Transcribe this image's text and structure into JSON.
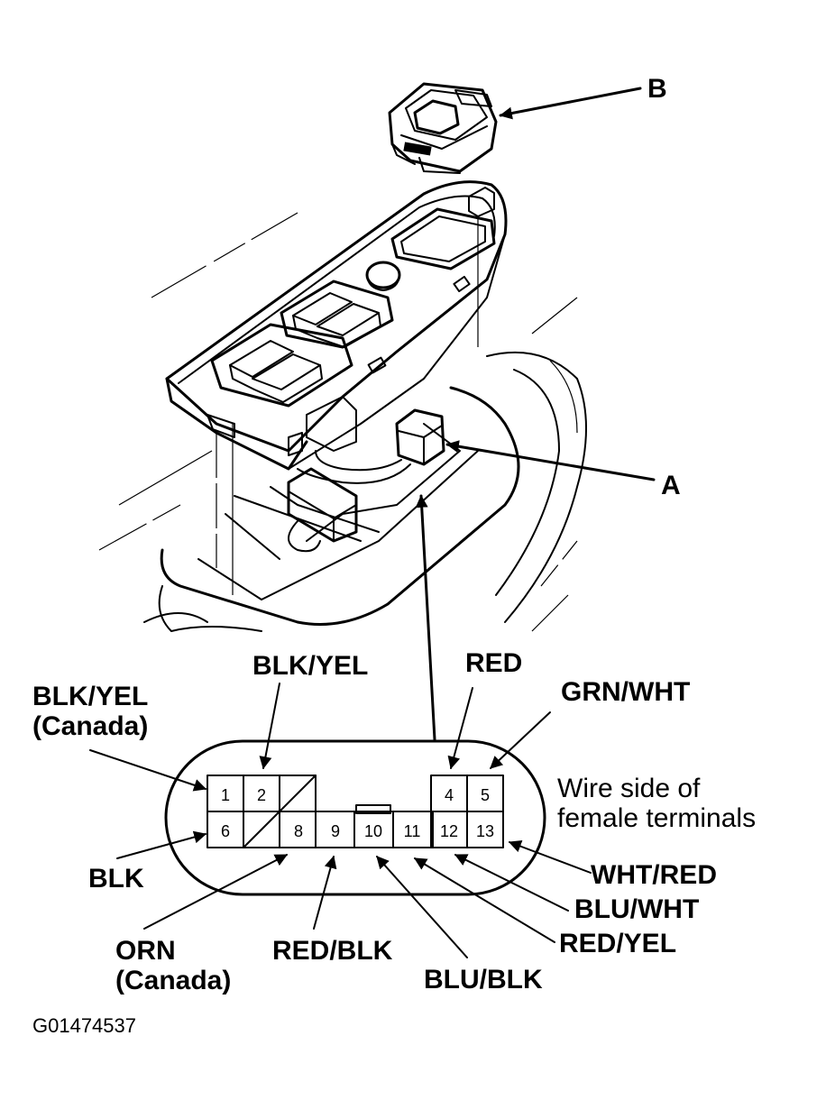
{
  "callouts": {
    "b": "B",
    "a": "A"
  },
  "connector": {
    "caption_line1": "Wire side of",
    "caption_line2": "female terminals",
    "pins": [
      "1",
      "2",
      "4",
      "5",
      "6",
      "8",
      "9",
      "10",
      "11",
      "12",
      "13"
    ]
  },
  "wire_labels": {
    "pin1": "BLK/YEL",
    "pin1_note": "(Canada)",
    "pin2": "BLK/YEL",
    "pin4": "RED",
    "pin5": "GRN/WHT",
    "pin6": "BLK",
    "pin8": "ORN",
    "pin8_note": "(Canada)",
    "pin9": "RED/BLK",
    "pin10": "BLU/BLK",
    "pin11": "RED/YEL",
    "pin12": "BLU/WHT",
    "pin13": "WHT/RED"
  },
  "figure_code": "G01474537"
}
